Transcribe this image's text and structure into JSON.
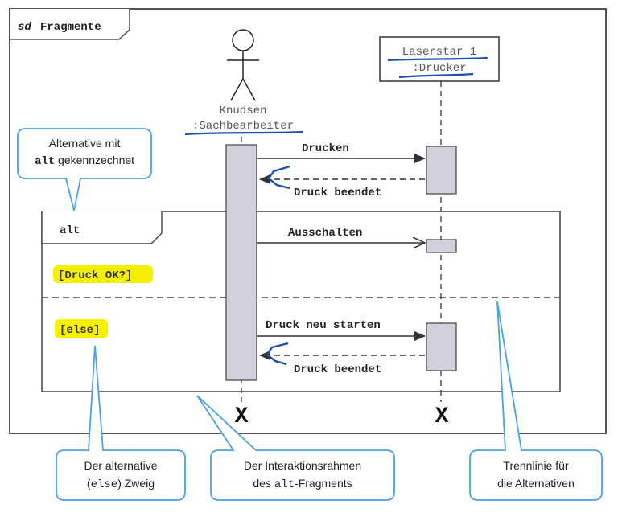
{
  "frame": {
    "keyword": "sd",
    "name": "Fragmente"
  },
  "lifelines": {
    "actor": {
      "line1": "Knudsen",
      "line2": ":Sachbearbeiter"
    },
    "object": {
      "line1": "Laserstar 1",
      "line2": ":Drucker"
    }
  },
  "messages": {
    "m1": "Drucken",
    "m2": "Druck beendet",
    "m3": "Ausschalten",
    "m4": "Druck neu starten",
    "m5": "Druck beendet"
  },
  "fragment": {
    "operator": "alt",
    "guard1": "[Druck OK?]",
    "guard2": "[else]"
  },
  "destroy": {
    "actor": "X",
    "object": "X"
  },
  "callouts": {
    "alt_note": {
      "line1": "Alternative mit",
      "line2_code": "alt",
      "line2_text": " gekennzechnet"
    },
    "else_note": {
      "line1": "Der alternative",
      "line2_open": "(",
      "line2_code": "else",
      "line2_close": ") Zweig"
    },
    "frame_note": {
      "line1": "Der Interaktionsrahmen",
      "line2_text": "des ",
      "line2_code": "alt",
      "line2_tail": "-Fragments"
    },
    "separator_note": {
      "line1": "Trennlinie für",
      "line2": "die Alternativen"
    }
  },
  "colors": {
    "activation_fill": "#d2d0dd",
    "highlight": "#f4f000",
    "callout_stroke": "#4aa3e0",
    "pen_blue": "#1f4fae"
  }
}
